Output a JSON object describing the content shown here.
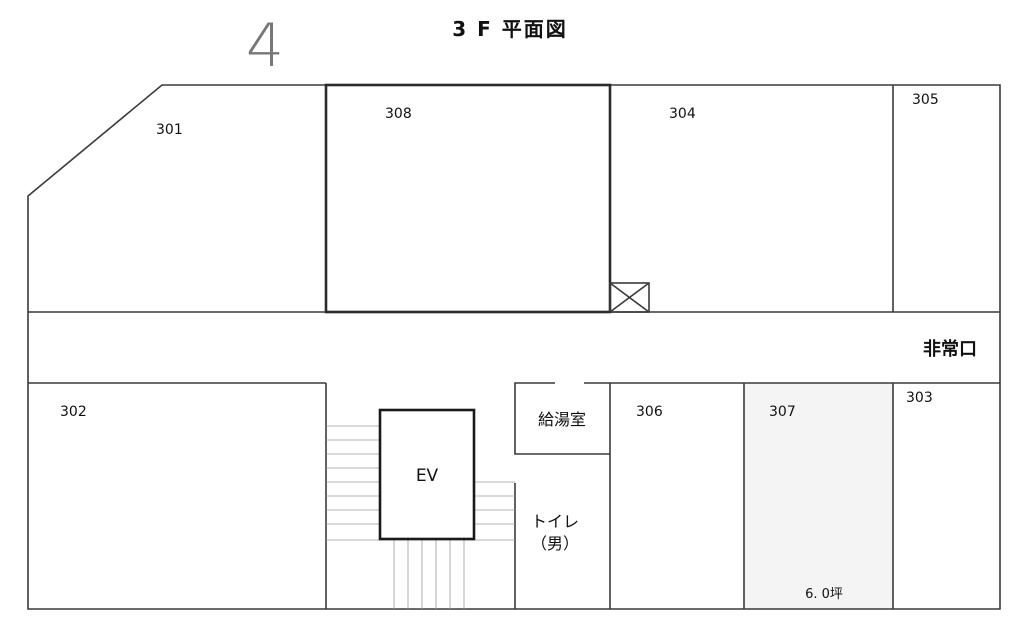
{
  "page_number": "4",
  "title": "3 F 平面図",
  "emergency_exit": "非常口",
  "rooms": {
    "r301": "301",
    "r302": "302",
    "r303": "303",
    "r304": "304",
    "r305": "305",
    "r306": "306",
    "r307": "307",
    "r308": "308"
  },
  "kitchenette": "給湯室",
  "elevator": "EV",
  "toilet_line1": "トイレ",
  "toilet_line2": "（男）",
  "area_307": "6. 0坪",
  "colors": {
    "wall": "#2b2b2b",
    "room_307_fill": "#f4f4f4",
    "background": "#ffffff"
  }
}
